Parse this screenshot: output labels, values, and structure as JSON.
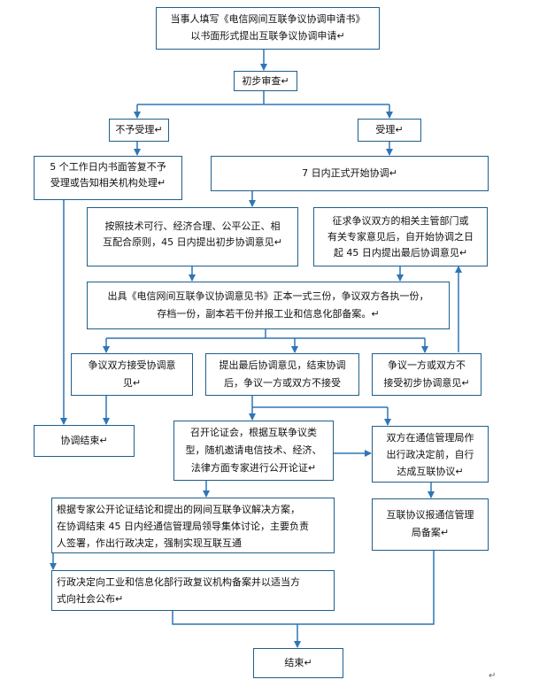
{
  "flowchart": {
    "apply": [
      "当事人填写《电信网间互联争议协调申请书》",
      "以书面形式提出互联争议协调申请↵"
    ],
    "preliminary_review": "初步审查↵",
    "reject": "不予受理↵",
    "accept": "受理↵",
    "reject_notice": [
      "5 个工作日内书面答复不予",
      "受理或告知相关机构处理↵"
    ],
    "start_coordination": "7 日内正式开始协调↵",
    "initial_opinion": [
      "按照技术可行、经济合理、公平公正、相",
      "互配合原则，45 日内提出初步协调意见↵"
    ],
    "consult_departments": [
      "征求争议双方的相关主管部门或",
      "有关专家意见后，自开始协调之日",
      "起 45 日内提出最后协调意见↵"
    ],
    "issue_opinion": [
      "出具《电信网间互联争议协调意见书》正本一式三份，争议双方各执一份，",
      "存档一份，副本若干份并报工业和信息化部备案。↵"
    ],
    "both_accept": [
      "争议双方接受协调意",
      "见↵"
    ],
    "final_opinion": [
      "提出最后协调意见，结束协调",
      "后，争议一方或双方不接受"
    ],
    "one_rejects": [
      "争议一方或双方不",
      "接受初步协调意见↵"
    ],
    "coordination_end": "协调结束↵",
    "hearing": [
      "召开论证会，根据互联争议类",
      "型，随机邀请电信技术、经济、",
      "法律方面专家进行公开论证↵"
    ],
    "agreement": [
      "双方在通信管理局作",
      "出行政决定前，自行",
      "达成互联协议↵"
    ],
    "decision": [
      "根据专家公开论证结论和提出的网间互联争议解决方案，",
      "在协调结束 45 日内经通信管理局领导集体讨论，主要负责",
      "人签署，作出行政决定，强制实现互联互通"
    ],
    "file_agreement": [
      "互联协议报通信管理",
      "局备案↵"
    ],
    "record": [
      "行政决定向工业和信息化部行政复议机构备案并以适当方",
      "式向社会公布↵"
    ],
    "end": "结束↵",
    "page_mark": "↵"
  },
  "colors": {
    "border": "#1f5f8b",
    "arrow": "#2e75b6"
  }
}
